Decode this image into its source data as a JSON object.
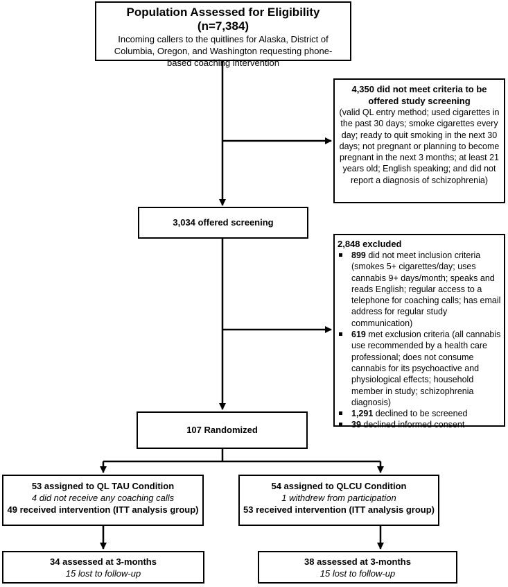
{
  "population": {
    "title": "Population Assessed for Eligibility (n=7,384)",
    "description": "Incoming callers to the quitlines for Alaska, District of Columbia, Oregon, and Washington requesting phone-based coaching intervention"
  },
  "not_meet_criteria": {
    "title": "4,350 did not meet criteria to be offered study screening",
    "details": "(valid QL entry method; used cigarettes in the past 30 days; smoke cigarettes every day; ready to quit smoking in the next 30 days; not pregnant or planning to become pregnant in the next 3 months; at least 21 years old; English speaking; and did not report a diagnosis of schizophrenia)"
  },
  "offered_screening": {
    "label": "3,034 offered screening"
  },
  "excluded": {
    "title": "2,848 excluded",
    "items": [
      {
        "count": "899",
        "text": " did not meet inclusion criteria (smokes 5+ cigarettes/day; uses cannabis 9+ days/month; speaks and reads English; regular access to a telephone for coaching calls; has email address for regular study communication)"
      },
      {
        "count": "619",
        "text": " met exclusion criteria (all cannabis use recommended by a health care professional; does not consume cannabis for its psychoactive and physiological effects; household member in study; schizophrenia diagnosis)"
      },
      {
        "count": "1,291",
        "text": " declined to be screened"
      },
      {
        "count": "39",
        "text": " declined informed consent"
      }
    ]
  },
  "randomized": {
    "label": "107 Randomized"
  },
  "arms": [
    {
      "assigned": "53 assigned to QL TAU Condition",
      "note": "4 did not receive any coaching calls",
      "received": "49 received intervention (ITT analysis group)",
      "assessed": "34 assessed at 3-months",
      "lost": "15 lost to follow-up"
    },
    {
      "assigned": "54 assigned to QLCU Condition",
      "note": "1 withdrew from participation",
      "received": "53 received intervention (ITT analysis group)",
      "assessed": "38 assessed at 3-months",
      "lost": "15 lost to follow-up"
    }
  ]
}
